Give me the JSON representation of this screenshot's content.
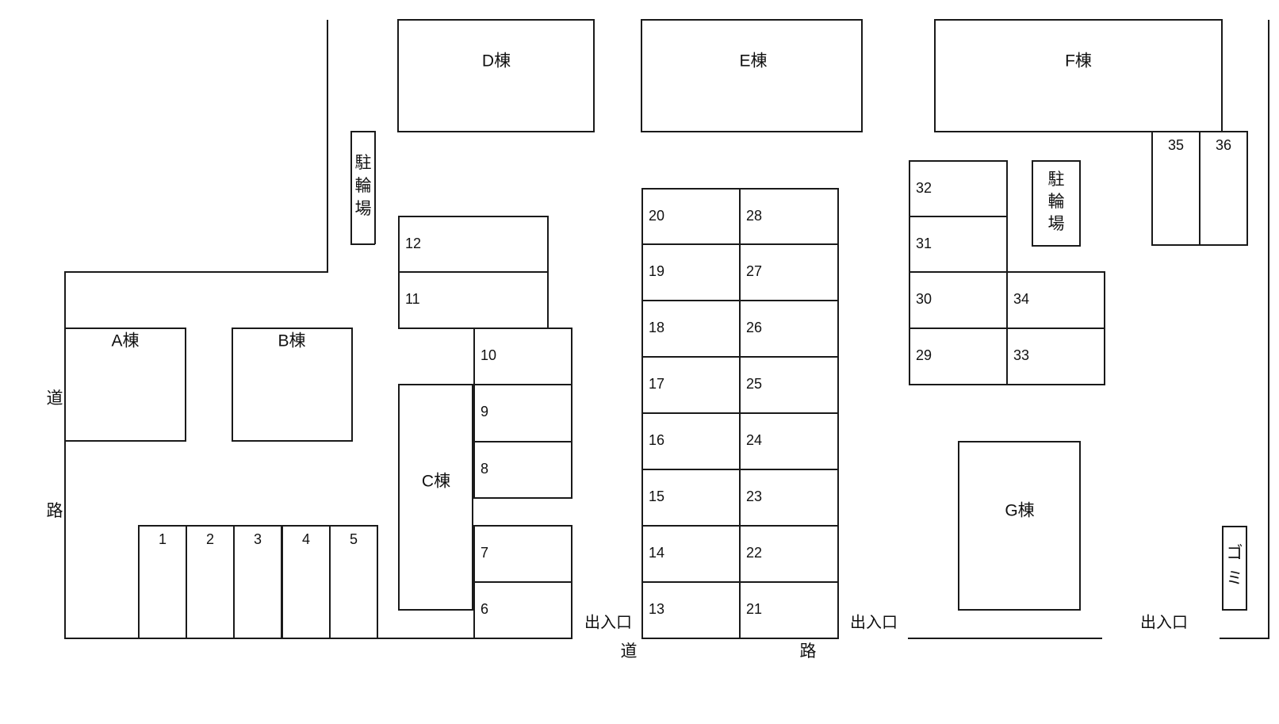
{
  "buildings": {
    "A": "A棟",
    "B": "B棟",
    "C": "C棟",
    "D": "D棟",
    "E": "E棟",
    "F": "F棟",
    "G": "G棟"
  },
  "bicycle_parking": "駐輪場",
  "garbage": "ゴミ",
  "road_left": [
    "道",
    "路"
  ],
  "road_bottom": [
    "道",
    "路"
  ],
  "entrance": "出入口",
  "spaces": [
    "1",
    "2",
    "3",
    "4",
    "5",
    "6",
    "7",
    "8",
    "9",
    "10",
    "11",
    "12",
    "13",
    "14",
    "15",
    "16",
    "17",
    "18",
    "19",
    "20",
    "21",
    "22",
    "23",
    "24",
    "25",
    "26",
    "27",
    "28",
    "29",
    "30",
    "31",
    "32",
    "33",
    "34",
    "35",
    "36"
  ]
}
